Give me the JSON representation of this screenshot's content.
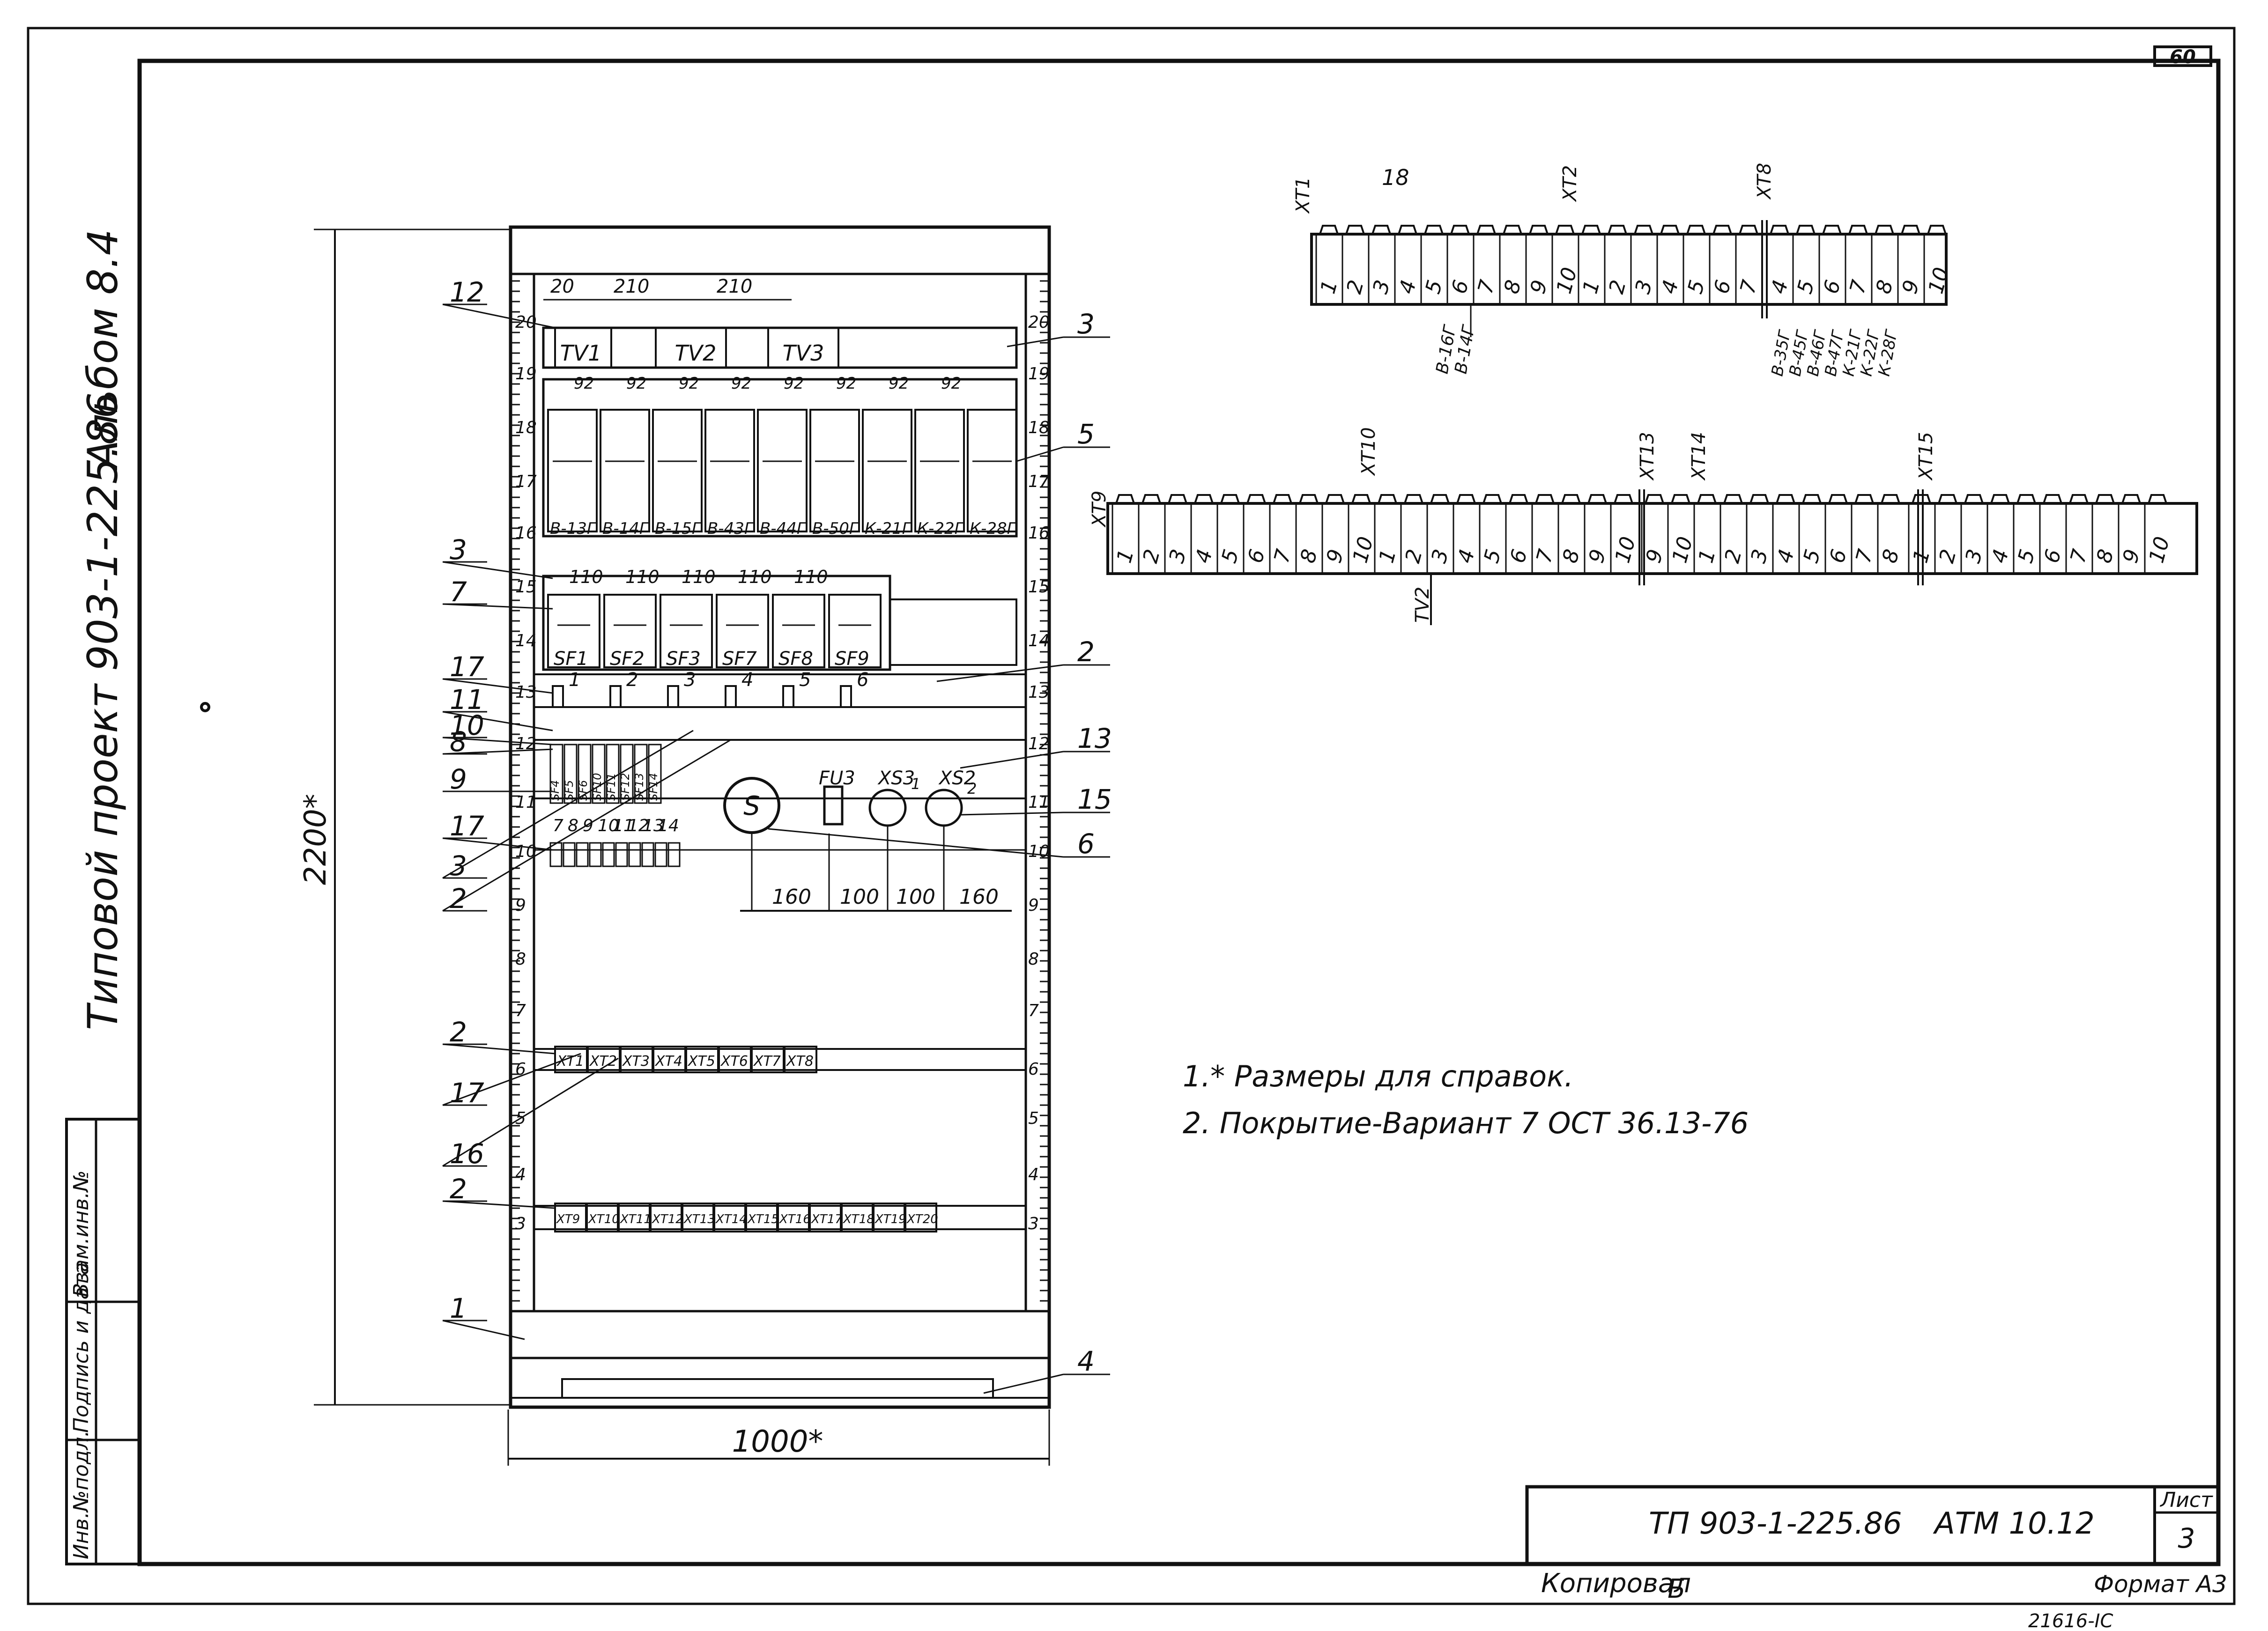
{
  "sheet_number_top": "60",
  "left_column": {
    "album": "Альбом 8.4",
    "project": "Типовой проект 903-1-225.86",
    "stamp_labels": [
      "Инв.№подл.",
      "Подпись и дата",
      "Взам.инв.№"
    ]
  },
  "dims": {
    "height": "2200*",
    "width": "1000*",
    "tv_spacing": [
      "20",
      "210",
      "210"
    ],
    "relay_widths": [
      "92",
      "92",
      "92",
      "92",
      "92",
      "92",
      "92",
      "92"
    ],
    "sf_widths": [
      "110",
      "110",
      "110",
      "110",
      "110"
    ],
    "bottom_dims": [
      "160",
      "100",
      "100",
      "160"
    ]
  },
  "rail_numbers": [
    "20",
    "19",
    "18",
    "17",
    "16",
    "15",
    "14",
    "13",
    "12",
    "11",
    "10",
    "9",
    "8",
    "7",
    "6",
    "5",
    "4",
    "3"
  ],
  "transformers": [
    "TV1",
    "TV2",
    "TV3"
  ],
  "relays": [
    "В-13Г",
    "В-14Г",
    "В-15Г",
    "В-43Г",
    "В-44Г",
    "В-50Г",
    "К-21Г",
    "К-22Г",
    "К-28Г"
  ],
  "breakers": [
    "SF1",
    "SF2",
    "SF3",
    "SF7",
    "SF8",
    "SF9"
  ],
  "small_fuse_numbers": [
    "1",
    "2",
    "3",
    "4",
    "5",
    "6"
  ],
  "small_breakers": [
    "SF4",
    "SF5",
    "SF6",
    "SF10",
    "SF11",
    "SF12",
    "SF13",
    "SF14"
  ],
  "small_breaker_numbers": [
    "7",
    "8",
    "9",
    "10",
    "11",
    "12",
    "13",
    "14"
  ],
  "devices": {
    "switch": "S",
    "fuse": "FU3",
    "socket1": "XS3",
    "socket2": "XS2",
    "socket_n1": "1",
    "socket_n2": "2"
  },
  "terminal_row1": [
    "XT1",
    "XT2",
    "XT3",
    "XT4",
    "XT5",
    "XT6",
    "XT7",
    "XT8"
  ],
  "terminal_row2": [
    "XT9",
    "XT10",
    "XT11",
    "XT12",
    "XT13",
    "XT14",
    "XT15",
    "XT16",
    "XT17",
    "XT18",
    "XT19",
    "XT20"
  ],
  "callouts_left": [
    "12",
    "3",
    "7",
    "17",
    "11",
    "10",
    "8",
    "9",
    "17",
    "3",
    "2",
    "2",
    "17",
    "16",
    "2",
    "1"
  ],
  "callouts_right": [
    "3",
    "5",
    "2",
    "13",
    "15",
    "6",
    "4"
  ],
  "strip_top": {
    "labels": [
      "XT1",
      "18",
      "XT2",
      "XT8"
    ],
    "numbers": [
      "1",
      "2",
      "3",
      "4",
      "5",
      "6",
      "7",
      "8",
      "9",
      "10",
      "1",
      "2",
      "3",
      "4",
      "5",
      "6",
      "7",
      "4",
      "5",
      "6",
      "7",
      "8",
      "9",
      "10"
    ],
    "marks_a": [
      "В-16Г",
      "В-14Г"
    ],
    "marks_b": [
      "В-35Г",
      "В-45Г",
      "В-46Г",
      "В-47Г",
      "К-21Г",
      "К-22Г",
      "К-28Г"
    ]
  },
  "strip_bottom": {
    "labels": [
      "XT9",
      "XT10",
      "XT13",
      "XT14",
      "XT15"
    ],
    "numbers": [
      "1",
      "2",
      "3",
      "4",
      "5",
      "6",
      "7",
      "8",
      "9",
      "10",
      "1",
      "2",
      "3",
      "4",
      "5",
      "6",
      "7",
      "8",
      "9",
      "10",
      "9",
      "10",
      "1",
      "2",
      "3",
      "4",
      "5",
      "6",
      "7",
      "8",
      "1",
      "2",
      "3",
      "4",
      "5",
      "6",
      "7",
      "8",
      "9",
      "10"
    ],
    "mark": "TV2"
  },
  "notes": [
    "1.* Размеры для справок.",
    "2. Покрытие-Вариант 7 ОСТ 36.13-76"
  ],
  "title_block": {
    "doc": "ТП 903-1-225.86",
    "code": "АТМ 10.12",
    "sheet_label": "Лист",
    "sheet_value": "3",
    "copied": "Копировал",
    "copied_mark": "Б",
    "format": "Формат А3",
    "bottom_code": "21616-IC"
  }
}
